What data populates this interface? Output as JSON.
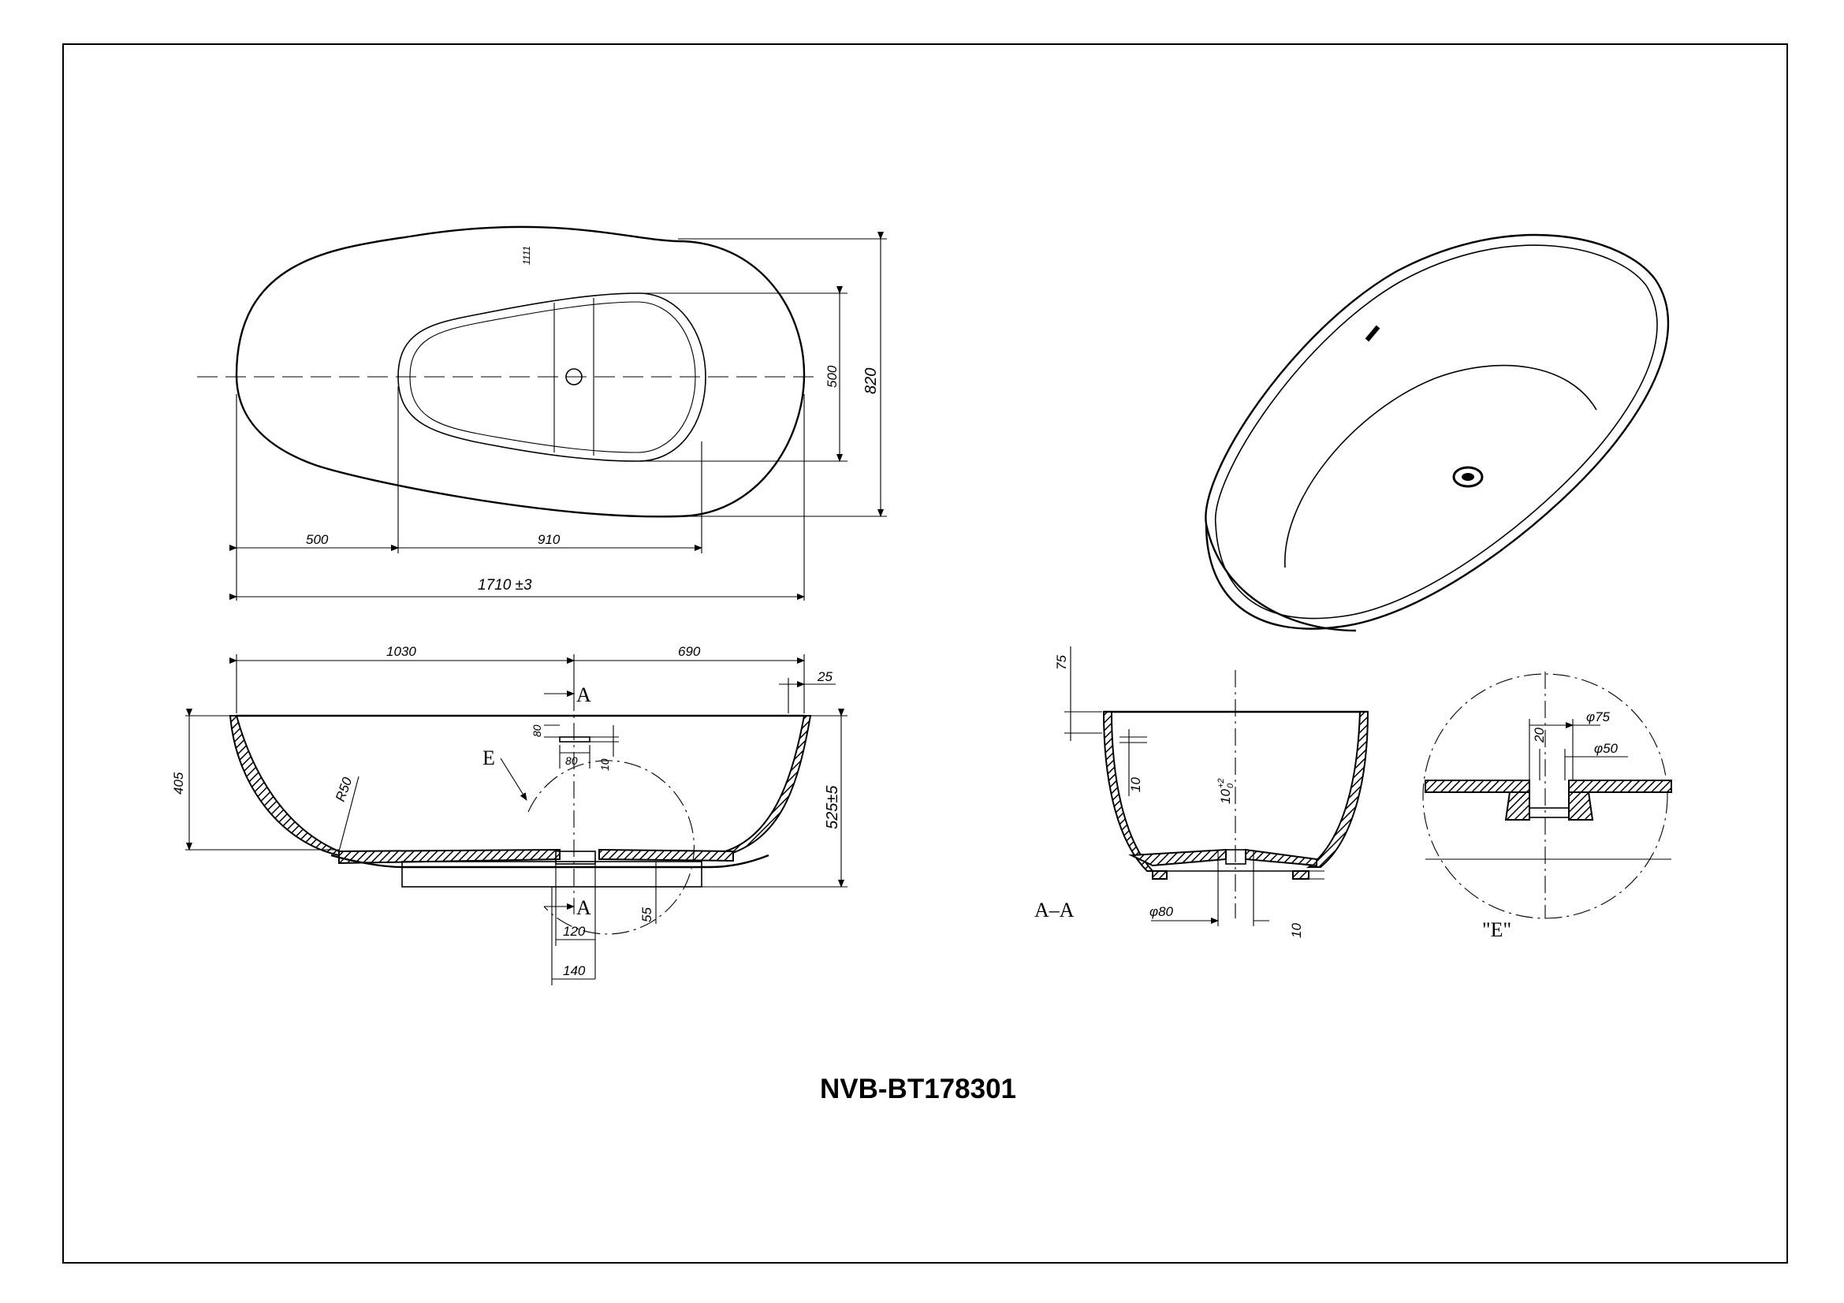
{
  "model": "NVB-BT178301",
  "plan_view": {
    "dims": {
      "left_offset": "500",
      "drain_offset": "910",
      "overall_length": "1710 ±3",
      "inner_width": "500",
      "overall_width": "820"
    },
    "overflow_mark": "1111"
  },
  "side_view": {
    "dims": {
      "to_section": "1030",
      "section_to_end": "690",
      "rim": "25",
      "depth": "405",
      "height": "525±5",
      "radius": "R50",
      "overflow_h": "80",
      "overflow_w": "80",
      "overflow_t": "10",
      "base_h": "55",
      "drain_inner": "120",
      "drain_outer": "140"
    },
    "labels": {
      "section_top": "A",
      "section_bottom": "A",
      "detail": "E"
    }
  },
  "section_view": {
    "title": "A–A",
    "dims": {
      "top": "75",
      "wall": "10",
      "floor": "10",
      "floor_tol_top": "+2",
      "floor_tol_bot": "0",
      "drain_dia": "φ80",
      "base": "10"
    }
  },
  "detail_view": {
    "title": "\"E\"",
    "dims": {
      "outer_dia": "φ75",
      "inner_dia": "φ50",
      "depth": "20"
    }
  }
}
